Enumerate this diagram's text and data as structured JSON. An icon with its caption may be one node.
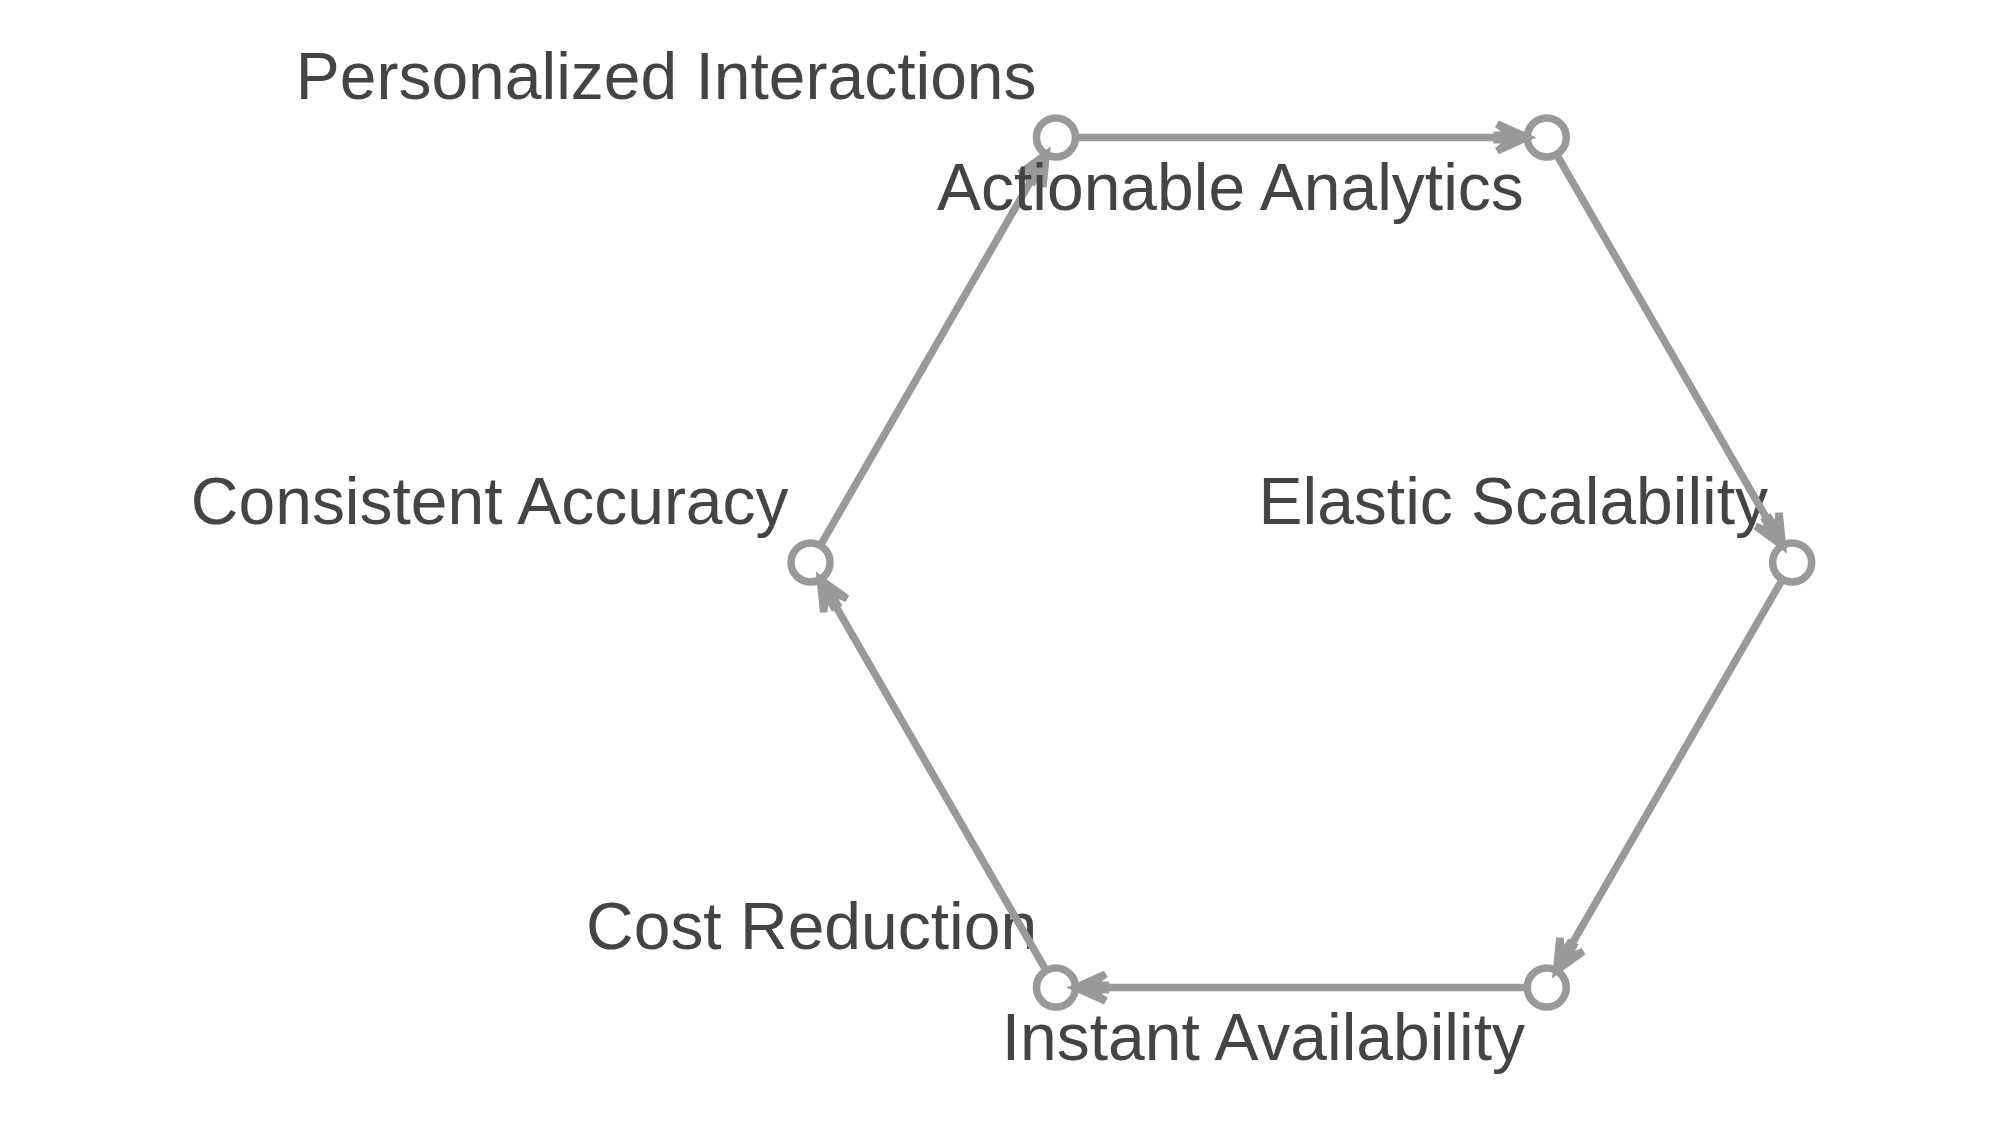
{
  "diagram": {
    "nodes": [
      {
        "text": [],
        "shape": "circle",
        "beside": [
          "Instant Availability"
        ]
      },
      {
        "text": [],
        "shape": "circle",
        "beside": [
          "Cost Reduction"
        ]
      },
      {
        "text": [],
        "shape": "circle",
        "beside": [
          "Consistent Accuracy"
        ]
      },
      {
        "text": [],
        "shape": "circle",
        "beside": [
          "Personalized Interactions"
        ]
      },
      {
        "text": [],
        "shape": "circle",
        "beside": [
          "Actionable Analytics"
        ]
      },
      {
        "text": [],
        "shape": "circle",
        "beside": [
          "Elastic Scalability"
        ]
      }
    ],
    "edges": [
      {
        "from": 0,
        "to": 1,
        "arrow": "to"
      },
      {
        "from": 1,
        "to": 2,
        "arrow": "to"
      },
      {
        "from": 2,
        "to": 3,
        "arrow": "to"
      },
      {
        "from": 3,
        "to": 4,
        "arrow": "to"
      },
      {
        "from": 4,
        "to": 5,
        "arrow": "to"
      },
      {
        "from": 5,
        "to": 0,
        "arrow": "to"
      }
    ]
  }
}
